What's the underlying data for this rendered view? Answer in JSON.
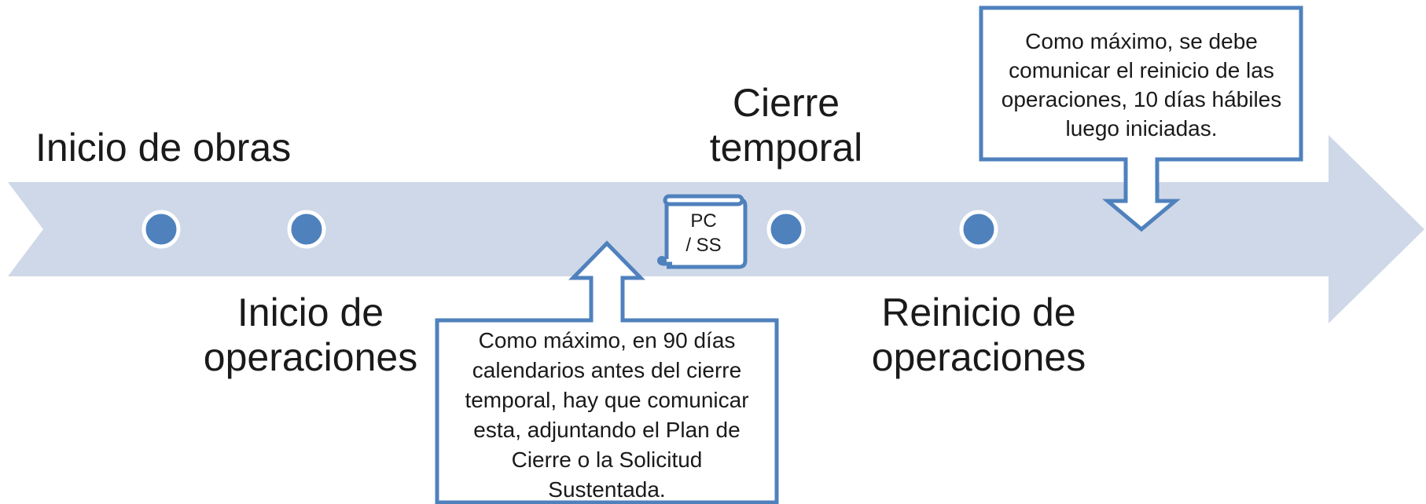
{
  "colors": {
    "arrow_band": "#cfd8e8",
    "dot_fill": "#4f81bd",
    "dot_stroke": "#ffffff",
    "callout_stroke": "#4f81bd",
    "callout_fill": "#ffffff"
  },
  "milestones": {
    "inicio_obras": "Inicio de obras",
    "inicio_operaciones_line1": "Inicio de",
    "inicio_operaciones_line2": "operaciones",
    "cierre_temporal_line1": "Cierre",
    "cierre_temporal_line2": "temporal",
    "reinicio_line1": "Reinicio de",
    "reinicio_line2": "operaciones"
  },
  "document_icon": {
    "line1": "PC",
    "line2": "/ SS"
  },
  "callout_bottom": {
    "lines": [
      "Como máximo, en 90 días",
      "calendarios antes del cierre",
      "temporal, hay que comunicar",
      "esta, adjuntando el Plan de",
      "Cierre o la Solicitud",
      "Sustentada."
    ]
  },
  "callout_top": {
    "lines": [
      "Como máximo, se debe",
      "comunicar el reinicio de las",
      "operaciones, 10 días hábiles",
      "luego iniciadas."
    ]
  }
}
